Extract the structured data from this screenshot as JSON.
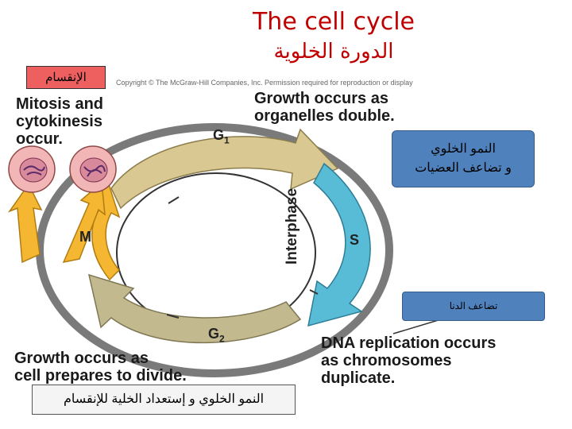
{
  "title": {
    "english": "The cell cycle",
    "arabic": "الدورة الخلوية"
  },
  "copyright": "Copyright © The McGraw-Hill Companies, Inc. Permission required for reproduction or display",
  "callouts": {
    "division": "الإنقسام",
    "growth_line1": "النمو الخلوي",
    "growth_line2": "و تضاعف العضيات",
    "dna_replication": "تضاعف الدنا",
    "prepare_division": "النمو الخلوي و إستعداد الخلية للإنقسام"
  },
  "labels": {
    "mitosis": [
      "Mitosis and",
      "cytokinesis",
      "occur."
    ],
    "growth_top": [
      "Growth occurs as",
      "organelles double."
    ],
    "growth_bottom": [
      "Growth occurs as",
      "cell prepares to divide."
    ],
    "dna": [
      "DNA replication occurs",
      "as chromosomes",
      "duplicate."
    ]
  },
  "phases": {
    "g1_letter": "G",
    "g1_sub": "1",
    "s": "S",
    "g2_letter": "G",
    "g2_sub": "2",
    "m": "M",
    "interphase": "Interphase"
  },
  "colors": {
    "title": "#c00000",
    "g1_arrow": "#d9c892",
    "s_arrow": "#59bcd6",
    "g2_arrow": "#c2b98f",
    "m_arrow": "#f5b731",
    "callout_blue": "#4f81bd",
    "callout_red": "#ee5f5f"
  }
}
